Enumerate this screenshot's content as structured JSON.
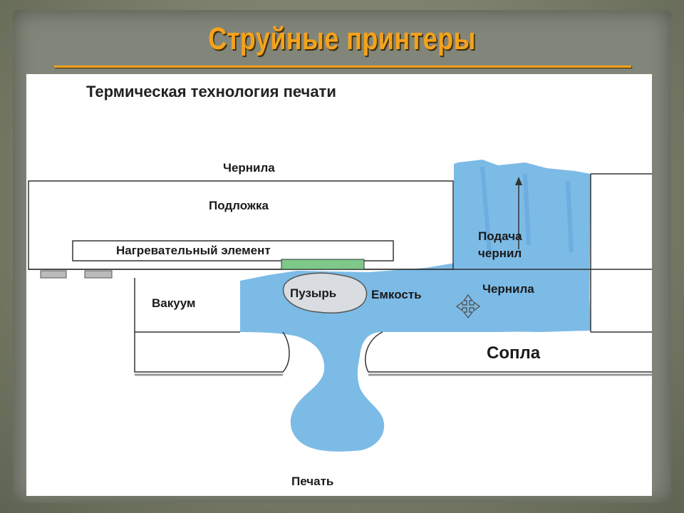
{
  "slide": {
    "title": "Струйные принтеры"
  },
  "figure": {
    "heading": "Термическая технология печати",
    "labels": {
      "ink_top": "Чернила",
      "substrate": "Подложка",
      "heater": "Нагревательный элемент",
      "vacuum": "Вакуум",
      "bubble": "Пузырь",
      "chamber": "Емкость",
      "ink_feed_line1": "Подача",
      "ink_feed_line2": "чернил",
      "ink_right": "Чернила",
      "nozzles": "Сопла",
      "print": "Печать"
    },
    "icons": [
      "move-arrows-icon",
      "up-arrow-icon"
    ],
    "colors": {
      "ink": "#7cbbe6",
      "ink_dark": "#5aa2d8",
      "heater_strip": "#7ec88a",
      "title": "#f5a21b"
    }
  }
}
